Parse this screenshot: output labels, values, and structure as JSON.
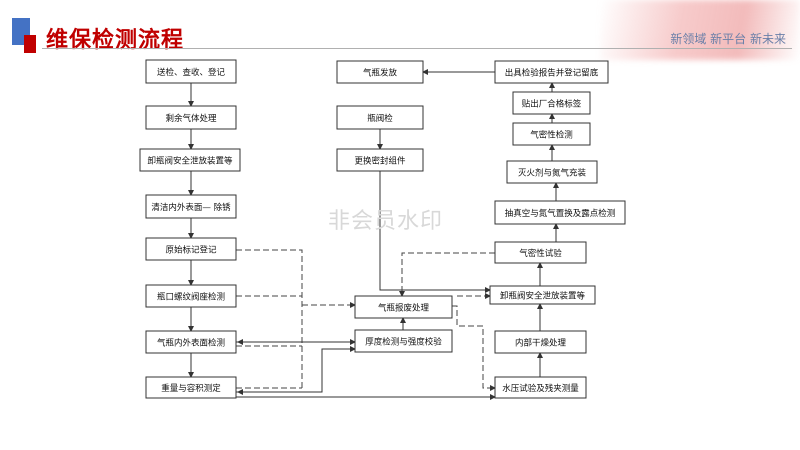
{
  "header": {
    "title": "维保检测流程",
    "slogan": "新领域 新平台 新未来"
  },
  "watermark": "非会员水印",
  "flow": {
    "left": [
      "送检、查收、登记",
      "剩余气体处理",
      "卸瓶阀安全泄放装置等",
      "清洁内外表面— 除锈",
      "原始标记登记",
      "瓶口螺纹阀座检测",
      "气瓶内外表面检测",
      "重量与容积测定"
    ],
    "middle": [
      "气瓶发放",
      "瓶阀检",
      "更换密封组件",
      "气瓶报废处理",
      "厚度检测与强度校验"
    ],
    "right": [
      "出具检验报告并登记留底",
      "贴出厂合格标签",
      "气密性检测",
      "灭火剂与氮气充装",
      "抽真空与氮气置换及露点检测",
      "气密性试验",
      "卸瓶阀安全泄放装置等",
      "内部干燥处理",
      "水压试验及残夹测量"
    ]
  },
  "colors": {
    "accent": "#c00000",
    "blue": "#4472c4"
  }
}
